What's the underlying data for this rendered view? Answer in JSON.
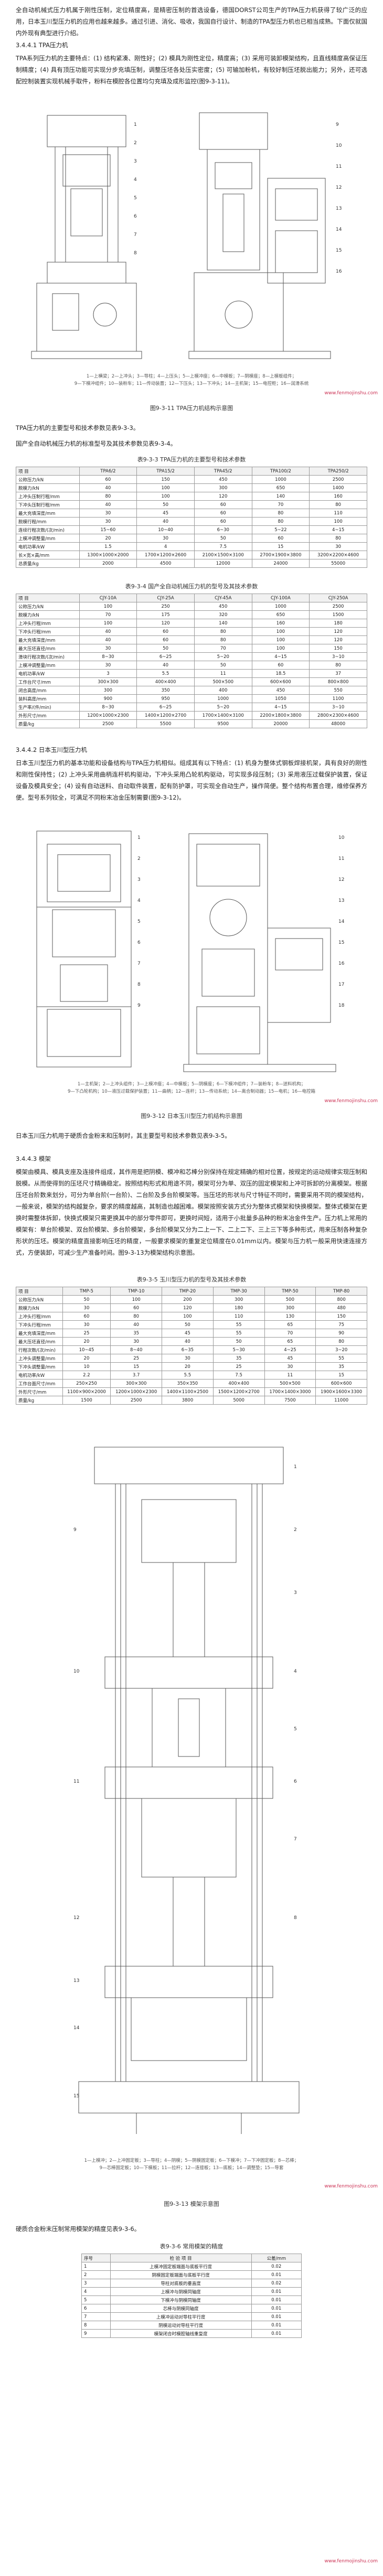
{
  "intro": "全自动机械式压力机属于刚性压制，定位精度高，是精密压制的首选设备，德国DORST公司生产的TPA压力机获得了较广泛的应用，日本玉川型压力机的应用也越来越多。通过引进、消化、吸收，我国自行设计、制造的TPA型压力机也已相当成熟。下面仅就国内外现有典型进行介绍。",
  "s1_heading": "3.4.4.1 TPA压力机",
  "s1_para": "TPA系列压力机的主要特点：(1) 结构紧凑、刚性好；(2) 模具为刚性定位，精度高；(3) 采用可装卸模架结构，且直线精度高保证压制精度；(4) 具有顶压功能可实现分步充填压制，调整压坯各处压实密度；(5) 可输加粉机，有较好制压坯脱出能力；另外，还可选配控制装置实现机械手取件，粉料在模腔各位置均匀充填及成形监控(图9-3-11)。",
  "fig1": {
    "legend1": "1—上横梁；2—上冲头；3—导柱；4—上压头；5—上模冲座；6—中模板；7—阴模座；8—上模板组件；",
    "legend2": "9—下模冲组件；10—装粉车；11—传动装置；12—下压头；13—下冲头；14—主机架；15—电控柜；16—润滑系统",
    "caption": "图9-3-11 TPA压力机结构示意图",
    "labels": [
      "1",
      "2",
      "3",
      "4",
      "5",
      "6",
      "7",
      "8",
      "9",
      "10",
      "11",
      "12",
      "13",
      "14",
      "15",
      "16"
    ]
  },
  "watermark": "www.fenmojinshu.com",
  "s1_ref": "TPA压力机的主要型号和技术参数见表9-3-3。",
  "domestic_ref": "国产全自动机械压力机的标准型号及其技术参数见表9-3-4。",
  "table1": {
    "caption": "表9-3-3 TPA压力机的主要型号和技术参数",
    "header": [
      "项 目",
      "TPA6/2",
      "TPA15/2",
      "TPA45/2",
      "TPA100/2",
      "TPA250/2"
    ],
    "rows": [
      [
        "公称压力/kN",
        "60",
        "150",
        "450",
        "1000",
        "2500"
      ],
      [
        "脱模力/kN",
        "40",
        "100",
        "300",
        "650",
        "1400"
      ],
      [
        "上冲头压制行程/mm",
        "80",
        "100",
        "120",
        "140",
        "160"
      ],
      [
        "下冲头压制行程/mm",
        "40",
        "50",
        "60",
        "70",
        "80"
      ],
      [
        "最大充填深度/mm",
        "30",
        "45",
        "60",
        "80",
        "110"
      ],
      [
        "脱模行程/mm",
        "30",
        "40",
        "60",
        "80",
        "100"
      ],
      [
        "连续行程次数/(次/min)",
        "15~60",
        "10~40",
        "6~30",
        "5~22",
        "4~15"
      ],
      [
        "上模冲调整量/mm",
        "20",
        "30",
        "50",
        "60",
        "80"
      ],
      [
        "电机功率/kW",
        "1.5",
        "4",
        "7.5",
        "15",
        "30"
      ],
      [
        "长×宽×高/mm",
        "1300×1000×2000",
        "1700×1200×2600",
        "2100×1500×3100",
        "2700×1900×3800",
        "3200×2200×4600"
      ],
      [
        "总质量/kg",
        "2000",
        "4500",
        "12000",
        "24000",
        "55000"
      ]
    ]
  },
  "table2": {
    "caption": "表9-3-4 国产全自动机械压力机的型号及其技术参数",
    "header": [
      "项 目",
      "CJY-10A",
      "CJY-25A",
      "CJY-45A",
      "CJY-100A",
      "CJY-250A"
    ],
    "rows": [
      [
        "公称压力/kN",
        "100",
        "250",
        "450",
        "1000",
        "2500"
      ],
      [
        "脱模力/kN",
        "70",
        "175",
        "320",
        "650",
        "1500"
      ],
      [
        "上冲头行程/mm",
        "100",
        "120",
        "140",
        "160",
        "180"
      ],
      [
        "下冲头行程/mm",
        "40",
        "60",
        "80",
        "100",
        "120"
      ],
      [
        "最大充填深度/mm",
        "40",
        "60",
        "80",
        "100",
        "120"
      ],
      [
        "最大压坯直径/mm",
        "30",
        "50",
        "70",
        "100",
        "150"
      ],
      [
        "滑块行程次数/(次/min)",
        "8~30",
        "6~25",
        "5~20",
        "4~15",
        "3~10"
      ],
      [
        "上模冲调整量/mm",
        "30",
        "40",
        "50",
        "60",
        "80"
      ],
      [
        "电机功率/kW",
        "3",
        "5.5",
        "11",
        "18.5",
        "37"
      ],
      [
        "工作台尺寸/mm",
        "300×300",
        "400×400",
        "500×500",
        "600×600",
        "800×800"
      ],
      [
        "闭合高度/mm",
        "300",
        "350",
        "400",
        "450",
        "550"
      ],
      [
        "装料高度/mm",
        "900",
        "950",
        "1000",
        "1050",
        "1100"
      ],
      [
        "生产率/(件/min)",
        "8~30",
        "6~25",
        "5~20",
        "4~15",
        "3~10"
      ],
      [
        "外形尺寸/mm",
        "1200×1000×2300",
        "1400×1200×2700",
        "1700×1400×3100",
        "2200×1800×3800",
        "2800×2300×4600"
      ],
      [
        "质量/kg",
        "2500",
        "5500",
        "9500",
        "20000",
        "48000"
      ]
    ]
  },
  "s2_heading": "3.4.4.2 日本玉川型压力机",
  "s2_para": "日本玉川型压力机的基本功能和设备结构与TPA压力机相似。组成其有以下特点：(1) 机身为整体式钢板焊接机架，具有良好的刚性和刚性保持性；(2) 上冲头采用曲柄连杆机构驱动，下冲头采用凸轮机构驱动，可实现多段压制；(3) 采用液压过载保护装置，保证设备及模具安全；(4) 设有自动送料、自动取件装置，配有防护罩，可实现全自动生产，操作简便。整个结构布置合理，维修保养方便。型号系列较全，可满足不同粉末冶金压制需要(图9-3-12)。",
  "fig2": {
    "legend1": "1—主机架；2—上冲头组件；3—上模冲座；4—中模板；5—阴模座；6—下模冲组件；7—装粉车；8—送料机构；",
    "legend2": "9—下凸轮机构；10—液压过载保护装置；11—曲柄；12—连杆；13—传动系统；14—离合制动器；15—电机；16—电控箱",
    "caption": "图9-3-12 日本玉川型压力机结构示意图",
    "labels": [
      "1",
      "2",
      "3",
      "4",
      "5",
      "6",
      "7",
      "8",
      "9",
      "10",
      "11",
      "12",
      "13",
      "14",
      "15",
      "16",
      "17",
      "18"
    ]
  },
  "s2_ref": "日本玉川压力机用于硬质合金粉末和压制时，其主要型号和技术参数见表9-3-5。",
  "s3_heading": "3.4.4.3 模架",
  "s3_para": "模架由模具、模具支座及连接件组成，其作用是把阴模、模冲和芯棒分别保持在规定精确的相对位置，按规定的运动规律实现压制和脱模。从而使得到的压坯尺寸精确稳定。按照结构形式和用途不同，模架可分为单、双压的固定模架和上冲可拆卸的分离模架。根据压坯台阶数来划分，可分为单台阶(一台阶)、二台阶及多台阶模架等。当压坯的形状与尺寸特征不同时，需要采用不同的模架结构，一般来说，模架的结构越复杂，要求的精度越高，其制造也越困难。模架按照安装方式分为整体式模架和快换模架。整体式模架在更换时需整体拆卸，快换式模架只需更换其中的部分零件即可，更换时间短，适用于小批量多品种的粉末冶金件生产。压力机上常用的模架有：单台阶模架、双台阶模架、多台阶模架，多台阶模架又分为二上一下、二上二下、三上三下等多种形式，用来压制各种复杂形状的压坯。模架的精度直接影响压坯的精度，一般要求模架的重复定位精度在0.01mm以内。模架与压力机一般采用快速连接方式，方便装卸，可减少生产准备时间。图9-3-13为模架结构示意图。",
  "table3": {
    "caption": "表9-3-5 玉川型压力机的型号及其技术参数",
    "header": [
      "项 目",
      "TMP-5",
      "TMP-10",
      "TMP-20",
      "TMP-30",
      "TMP-50",
      "TMP-80"
    ],
    "rows": [
      [
        "公称压力/kN",
        "50",
        "100",
        "200",
        "300",
        "500",
        "800"
      ],
      [
        "脱模力/kN",
        "30",
        "60",
        "120",
        "180",
        "300",
        "480"
      ],
      [
        "上冲头行程/mm",
        "60",
        "80",
        "100",
        "110",
        "130",
        "150"
      ],
      [
        "下冲头行程/mm",
        "30",
        "40",
        "50",
        "55",
        "65",
        "75"
      ],
      [
        "最大充填深度/mm",
        "25",
        "35",
        "45",
        "55",
        "70",
        "90"
      ],
      [
        "最大压坯直径/mm",
        "20",
        "30",
        "40",
        "50",
        "65",
        "80"
      ],
      [
        "行程次数/(次/min)",
        "10~45",
        "8~40",
        "6~35",
        "5~30",
        "4~25",
        "3~20"
      ],
      [
        "上冲头调整量/mm",
        "20",
        "25",
        "30",
        "35",
        "45",
        "55"
      ],
      [
        "下冲头调整量/mm",
        "10",
        "15",
        "20",
        "25",
        "30",
        "35"
      ],
      [
        "电机功率/kW",
        "2.2",
        "3.7",
        "5.5",
        "7.5",
        "11",
        "15"
      ],
      [
        "工作台面尺寸/mm",
        "250×250",
        "300×300",
        "350×350",
        "400×400",
        "500×500",
        "600×600"
      ],
      [
        "外形尺寸/mm",
        "1100×900×2000",
        "1200×1000×2300",
        "1400×1100×2500",
        "1500×1200×2700",
        "1700×1400×3000",
        "1900×1600×3300"
      ],
      [
        "质量/kg",
        "1500",
        "2500",
        "3800",
        "5000",
        "7500",
        "11000"
      ]
    ]
  },
  "fig3": {
    "legend1": "1—上模冲；2—上冲固定板；3—导柱；4—阴模；5—阴模固定板；6—下模冲；7—下冲固定板；8—芯棒；",
    "legend2": "9—芯棒固定板；10—下模板；11—拉杆；12—连接板；13—底板；14—调整垫；15—导套",
    "caption": "图9-3-13 模架示意图",
    "labels": [
      "1",
      "2",
      "3",
      "4",
      "5",
      "6",
      "7",
      "8",
      "9",
      "10",
      "11",
      "12",
      "13",
      "14",
      "15"
    ]
  },
  "s3_ref": "硬质合金粉末压制常用模架的精度见表9-3-6。",
  "table4": {
    "caption": "表9-3-6 常用模架的精度",
    "header": [
      "序号",
      "检 验 项 目",
      "公差/mm"
    ],
    "rows": [
      [
        "1",
        "上模冲固定板端面与底板平行度",
        "0.02"
      ],
      [
        "2",
        "阴模固定板端面与底板平行度",
        "0.01"
      ],
      [
        "3",
        "导柱对底板的垂直度",
        "0.02"
      ],
      [
        "4",
        "上模冲与阴模同轴度",
        "0.01"
      ],
      [
        "5",
        "下模冲与阴模同轴度",
        "0.01"
      ],
      [
        "6",
        "芯棒与阴模同轴度",
        "0.01"
      ],
      [
        "7",
        "上模冲运动对导柱平行度",
        "0.01"
      ],
      [
        "8",
        "阴模运动对导柱平行度",
        "0.01"
      ],
      [
        "9",
        "模架闭合时模腔轴线重复度",
        "0.01"
      ]
    ]
  }
}
